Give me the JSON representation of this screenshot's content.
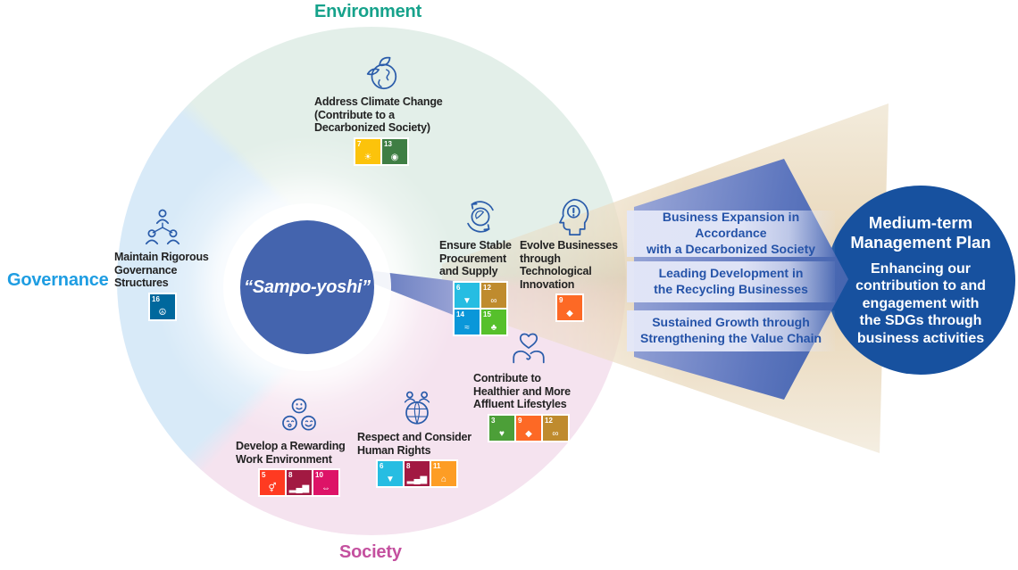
{
  "sections": {
    "environment": {
      "label": "Environment",
      "color": "#16a28b"
    },
    "governance": {
      "label": "Governance",
      "color": "#1e9de2"
    },
    "society": {
      "label": "Society",
      "color": "#c4509f"
    }
  },
  "center": {
    "label": "“Sampo-yoshi”",
    "bg": "#4464ae"
  },
  "items": [
    {
      "title": "Address Climate Change\n(Contribute to a\nDecarbonized Society)",
      "icon": "globe-leaf-icon",
      "badges": [
        {
          "num": "7",
          "glyph": "☀",
          "color": "#FCC30B"
        },
        {
          "num": "13",
          "glyph": "◉",
          "color": "#3F7E44"
        }
      ]
    },
    {
      "title": "Maintain Rigorous\nGovernance\nStructures",
      "icon": "org-chart-icon",
      "badges": [
        {
          "num": "16",
          "glyph": "☮",
          "color": "#00689D"
        }
      ]
    },
    {
      "title": "Ensure Stable\nProcurement\nand Supply",
      "icon": "globe-recycle-icon",
      "badges": [
        {
          "num": "6",
          "glyph": "▼",
          "color": "#26BDE2"
        },
        {
          "num": "12",
          "glyph": "∞",
          "color": "#BF8B2E"
        },
        {
          "num": "14",
          "glyph": "≈",
          "color": "#0A97D9"
        },
        {
          "num": "15",
          "glyph": "♣",
          "color": "#56C02B"
        }
      ]
    },
    {
      "title": "Evolve Businesses\nthrough\nTechnological\nInnovation",
      "icon": "head-innovation-icon",
      "badges": [
        {
          "num": "9",
          "glyph": "◆",
          "color": "#FD6925"
        }
      ]
    },
    {
      "title": "Contribute to\nHealthier and More\nAffluent Lifestyles",
      "icon": "heart-hands-icon",
      "badges": [
        {
          "num": "3",
          "glyph": "♥",
          "color": "#4C9F38"
        },
        {
          "num": "9",
          "glyph": "◆",
          "color": "#FD6925"
        },
        {
          "num": "12",
          "glyph": "∞",
          "color": "#BF8B2E"
        }
      ]
    },
    {
      "title": "Respect and Consider\nHuman Rights",
      "icon": "globe-people-icon",
      "badges": [
        {
          "num": "6",
          "glyph": "▼",
          "color": "#26BDE2"
        },
        {
          "num": "8",
          "glyph": "▂▄▆",
          "color": "#A21942"
        },
        {
          "num": "11",
          "glyph": "⌂",
          "color": "#FD9D24"
        }
      ]
    },
    {
      "title": "Develop a Rewarding\nWork Environment",
      "icon": "smiley-faces-icon",
      "badges": [
        {
          "num": "5",
          "glyph": "⚥",
          "color": "#FF3A21"
        },
        {
          "num": "8",
          "glyph": "▂▄▆",
          "color": "#A21942"
        },
        {
          "num": "10",
          "glyph": "⇔",
          "color": "#DD1367"
        }
      ]
    }
  ],
  "arrow": {
    "text_color": "#2553a8",
    "bands": [
      {
        "text": "Business Expansion in Accordance\nwith a Decarbonized Society"
      },
      {
        "text": "Leading Development in\nthe Recycling Businesses"
      },
      {
        "text": "Sustained Growth through\nStrengthening the Value Chain"
      }
    ]
  },
  "plan": {
    "title": "Medium-term\nManagement Plan",
    "body": "Enhancing our\ncontribution to and\nengagement with\nthe SDGs through\nbusiness activities",
    "bg": "#17519f"
  }
}
